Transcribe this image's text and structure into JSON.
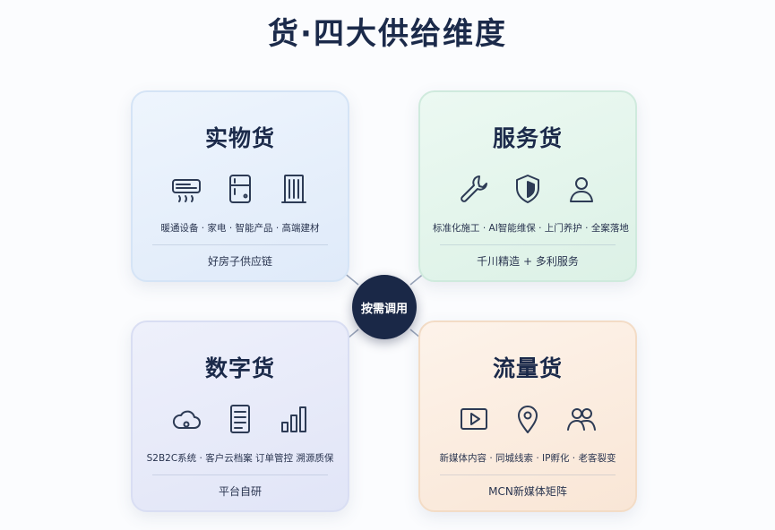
{
  "title": "货·四大供给维度",
  "center_label": "按需调用",
  "cards": [
    {
      "title": "实物货",
      "icons": [
        "air-conditioner-icon",
        "refrigerator-icon",
        "building-icon"
      ],
      "subtitle": "暖通设备 · 家电 · 智能产品 · 高端建材",
      "footer": "好房子供应链"
    },
    {
      "title": "服务货",
      "icons": [
        "wrench-icon",
        "shield-icon",
        "person-icon"
      ],
      "subtitle": "标准化施工 · AI智能维保 · 上门养护 · 全案落地",
      "footer": "千川精造 + 多利服务"
    },
    {
      "title": "数字货",
      "icons": [
        "cloud-icon",
        "document-icon",
        "bar-chart-icon"
      ],
      "subtitle": "S2B2C系统 · 客户云档案 订单管控 溯源质保",
      "footer": "平台自研"
    },
    {
      "title": "流量货",
      "icons": [
        "video-play-icon",
        "location-pin-icon",
        "users-icon"
      ],
      "subtitle": "新媒体内容 · 同城线索 · IP孵化 · 老客裂变",
      "footer": "MCN新媒体矩阵"
    }
  ],
  "colors": {
    "title": "#1b2a4a",
    "center_bg": "#1a2847",
    "arrow": "#9aa6bb",
    "icon_stroke": "#2d3b55"
  }
}
